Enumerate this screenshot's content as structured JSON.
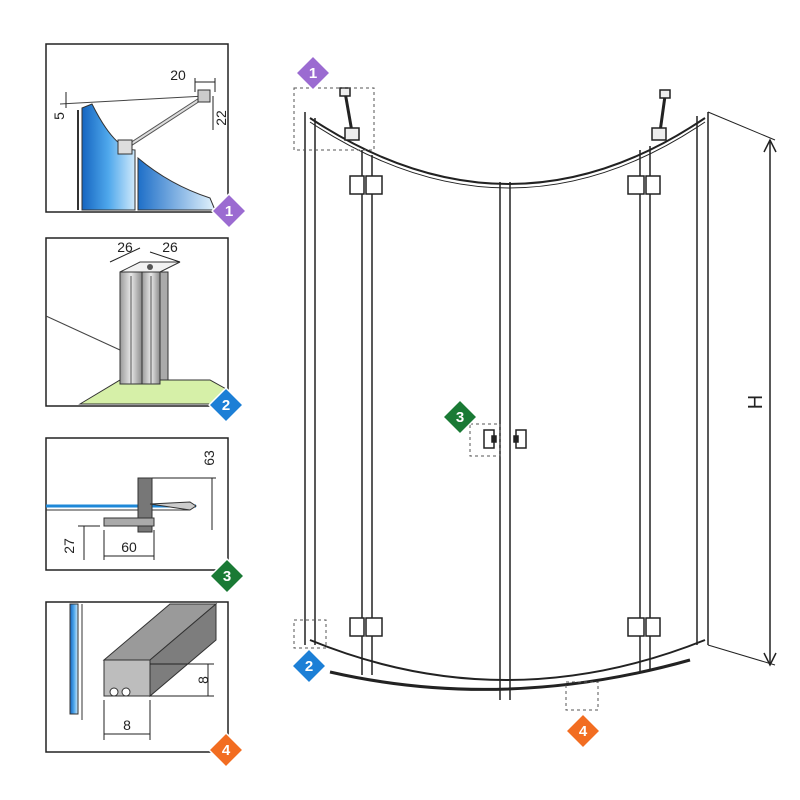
{
  "colors": {
    "badge_1": "#9b6bd1",
    "badge_2": "#1c7fd6",
    "badge_3": "#1a7a35",
    "badge_4": "#f26d21",
    "glass_blue": "#1e88d8",
    "floor_green": "#d6f0a8",
    "line": "#222222"
  },
  "badges": [
    {
      "label": "1",
      "color_key": "badge_1"
    },
    {
      "label": "2",
      "color_key": "badge_2"
    },
    {
      "label": "3",
      "color_key": "badge_3"
    },
    {
      "label": "4",
      "color_key": "badge_4"
    }
  ],
  "detail_1": {
    "dim_top": "20",
    "dim_left": "5",
    "dim_right": "22"
  },
  "detail_2": {
    "dim_a": "26",
    "dim_b": "26"
  },
  "detail_3": {
    "dim_height": "63",
    "dim_bottom": "27",
    "dim_width": "60"
  },
  "detail_4": {
    "dim_height": "8",
    "dim_width": "8"
  },
  "main": {
    "height_label": "H"
  }
}
